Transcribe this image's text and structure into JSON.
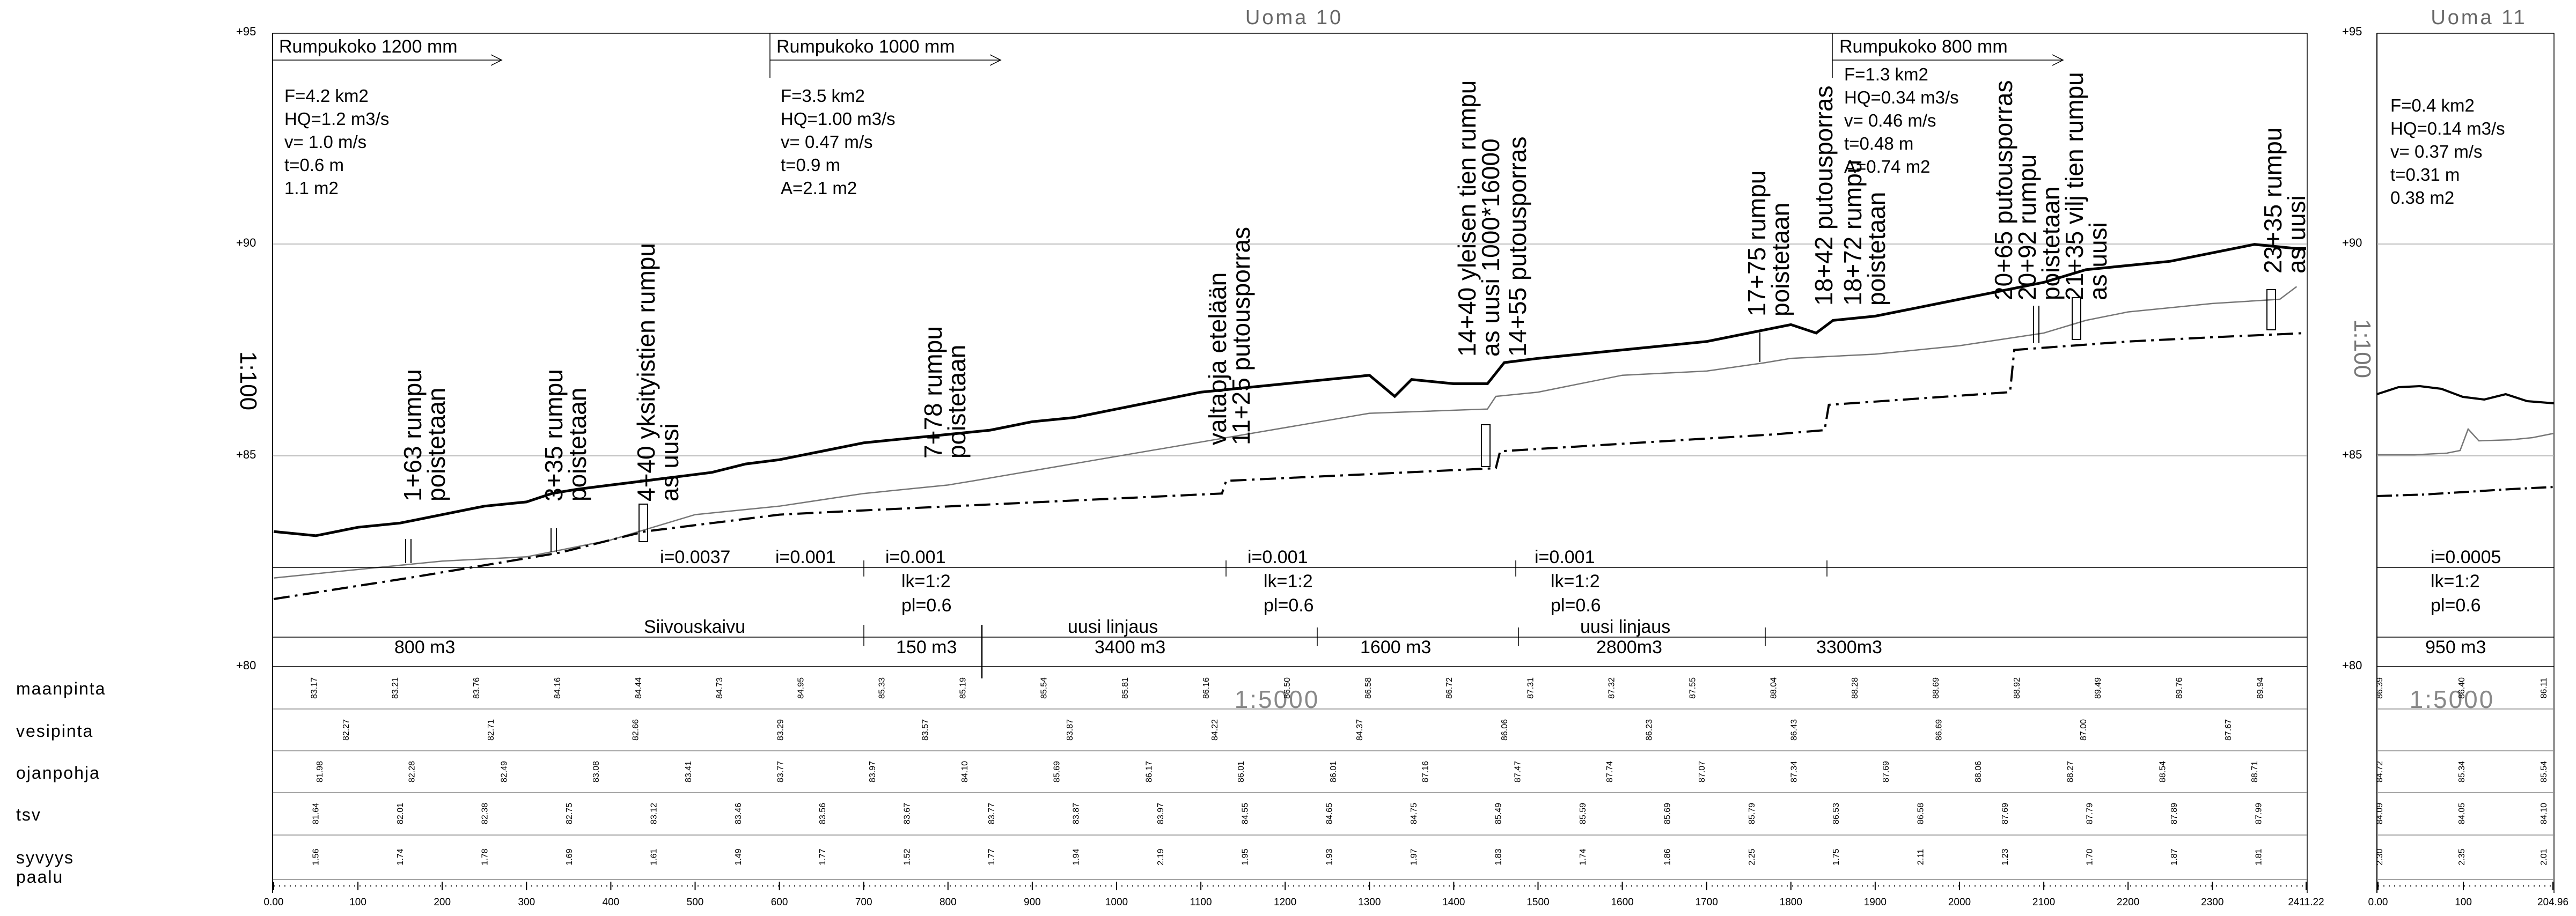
{
  "panels": {
    "main_title": "Uoma 10",
    "side_title": "Uoma 11",
    "vscale": "1:100",
    "hscale_main": "1:5000",
    "hscale_side": "1:5000"
  },
  "elev_labels": [
    "+95",
    "+90",
    "+85",
    "+80"
  ],
  "row_labels": [
    "maanpinta",
    "vesipinta",
    "ojanpohja",
    "tsv",
    "syvyys",
    "paalu"
  ],
  "culvert_sizes": [
    "Rumpukoko 1200 mm",
    "Rumpukoko 1000 mm",
    "Rumpukoko 800 mm"
  ],
  "hydro_main": [
    [
      "F=4.2 km2",
      "HQ=1.2  m3/s",
      "v= 1.0 m/s",
      "t=0.6 m",
      "1.1 m2"
    ],
    [
      "F=3.5 km2",
      "HQ=1.00 m3/s",
      "v= 0.47 m/s",
      "t=0.9 m",
      "A=2.1 m2"
    ],
    [
      "F=1.3 km2",
      "HQ=0.34 m3/s",
      "v= 0.46 m/s",
      "t=0.48 m",
      "A=0.74 m2"
    ]
  ],
  "hydro_side": [
    "F=0.4 km2",
    "HQ=0.14  m3/s",
    "v= 0.37 m/s",
    "t=0.31 m",
    "0.38 m2"
  ],
  "structure_notes": [
    [
      "1+63 rumpu",
      "poistetaan"
    ],
    [
      "3+35 rumpu",
      "poistetaan"
    ],
    [
      "4+40 yksityistien rumpu",
      "as uusi"
    ],
    [
      "7+78 rumpu",
      "poistetaan"
    ],
    [
      "valtaoja etelään",
      "11+25 putousporras"
    ],
    [
      "14+40 yleisen tien rumpu",
      "as uusi 1000*16000",
      "14+55 putousporras"
    ],
    [
      "17+75 rumpu",
      "poistetaan"
    ],
    [
      "18+42 putousporras",
      "18+72 rumpu",
      "poistetaan"
    ],
    [
      "20+65 putousporras",
      "20+92 rumpu",
      "poistetaan",
      "21+35 vilj tien rumpu",
      "as uusi"
    ],
    [
      "23+35 rumpu",
      "as uusi"
    ]
  ],
  "slopes": [
    "i=0.0037",
    "i=0.001",
    "i=0.001",
    "i=0.001",
    "i=0.001"
  ],
  "side_slope": [
    "lk=1:2",
    "pl=0.6"
  ],
  "side_slope_main": [
    "lk=1:2",
    "pl=0.6",
    "lk=1:2",
    "pl=0.6",
    "lk=1:2",
    "pl=0.6"
  ],
  "side_params": [
    "i=0.0005",
    "lk=1:2",
    "pl=0.6"
  ],
  "works": [
    "Siivouskaivu",
    "uusi linjaus",
    "uusi linjaus"
  ],
  "volumes": [
    "800 m3",
    "150 m3",
    "3400 m3",
    "1600 m3",
    "2800m3",
    "3300m3"
  ],
  "side_volume": "950 m3",
  "chart_data": {
    "type": "line",
    "title": "Uoma 10",
    "xlabel": "paalu",
    "ylabel": "",
    "xlim": [
      0,
      2411.22
    ],
    "ylim": [
      80,
      95
    ],
    "x_ticks": [
      "0.00",
      "100",
      "200",
      "300",
      "400",
      "500",
      "600",
      "700",
      "800",
      "900",
      "1000",
      "1100",
      "1200",
      "1300",
      "1400",
      "1500",
      "1600",
      "1700",
      "1800",
      "1900",
      "2000",
      "2100",
      "2200",
      "2300",
      "2411.22"
    ],
    "series": [
      {
        "name": "maanpinta",
        "x": [
          0,
          50,
          100,
          150,
          200,
          250,
          300,
          330,
          360,
          400,
          440,
          480,
          520,
          560,
          600,
          650,
          700,
          750,
          800,
          850,
          900,
          950,
          1000,
          1050,
          1100,
          1150,
          1200,
          1250,
          1300,
          1330,
          1350,
          1400,
          1440,
          1460,
          1500,
          1550,
          1600,
          1650,
          1700,
          1750,
          1800,
          1830,
          1850,
          1900,
          1950,
          2000,
          2050,
          2100,
          2150,
          2200,
          2250,
          2300,
          2350,
          2400,
          2411.22
        ],
        "y": [
          83.2,
          83.1,
          83.3,
          83.4,
          83.6,
          83.8,
          83.9,
          84.1,
          84.2,
          84.3,
          84.4,
          84.5,
          84.6,
          84.8,
          84.9,
          85.1,
          85.3,
          85.4,
          85.5,
          85.6,
          85.8,
          85.9,
          86.1,
          86.3,
          86.5,
          86.6,
          86.7,
          86.8,
          86.9,
          86.4,
          86.8,
          86.7,
          86.7,
          87.2,
          87.3,
          87.4,
          87.5,
          87.6,
          87.7,
          87.9,
          88.1,
          87.9,
          88.2,
          88.3,
          88.5,
          88.7,
          88.9,
          89.1,
          89.4,
          89.5,
          89.6,
          89.8,
          90.0,
          89.9,
          89.9
        ]
      },
      {
        "name": "vesipinta",
        "x": [
          0,
          100,
          200,
          300,
          400,
          450,
          500,
          600,
          700,
          800,
          830,
          1300,
          1440,
          1450,
          1500,
          1600,
          1700,
          1770,
          1800,
          1900,
          2000,
          2100,
          2150,
          2200,
          2300,
          2380,
          2400
        ],
        "y": [
          82.1,
          82.3,
          82.5,
          82.6,
          83.0,
          83.3,
          83.6,
          83.8,
          84.1,
          84.3,
          84.4,
          86.0,
          86.1,
          86.4,
          86.5,
          86.9,
          87.0,
          87.2,
          87.3,
          87.4,
          87.6,
          87.9,
          88.2,
          88.4,
          88.6,
          88.7,
          89.0
        ]
      },
      {
        "name": "ojanpohja",
        "x": [
          0,
          160,
          340,
          440,
          600,
          700,
          1125,
          1130,
          1450,
          1455,
          1780,
          1840,
          1845,
          2060,
          2065,
          2200,
          2300,
          2411.22
        ],
        "y": [
          81.6,
          82.1,
          82.7,
          83.2,
          83.6,
          83.7,
          84.1,
          84.4,
          84.7,
          85.1,
          85.5,
          85.6,
          86.2,
          86.5,
          87.5,
          87.7,
          87.8,
          87.9
        ]
      }
    ]
  },
  "table_rows": {
    "maanpinta": [
      "83.17",
      "83.21",
      "83.76",
      "84.16",
      "84.44",
      "84.73",
      "84.95",
      "85.33",
      "85.19",
      "85.54",
      "85.81",
      "86.16",
      "86.50",
      "86.58",
      "86.72",
      "87.31",
      "87.32",
      "87.55",
      "88.04",
      "88.28",
      "88.69",
      "88.92",
      "89.49",
      "89.76",
      "89.94"
    ],
    "vesipinta": [
      "82.27",
      "82.71",
      "82.66",
      "83.29",
      "83.57",
      "83.87",
      "84.22",
      "84.37",
      "86.06",
      "86.23",
      "86.43",
      "86.69",
      "87.00",
      "87.67"
    ],
    "ojanpohja": [
      "81.98",
      "82.28",
      "82.49",
      "83.08",
      "83.41",
      "83.77",
      "83.97",
      "84.10",
      "85.69",
      "86.17",
      "86.01",
      "86.01",
      "87.16",
      "87.47",
      "87.74",
      "87.07",
      "87.34",
      "87.69",
      "88.06",
      "88.27",
      "88.54",
      "88.71"
    ],
    "tsv": [
      "81.64",
      "82.01",
      "82.38",
      "82.75",
      "83.12",
      "83.46",
      "83.56",
      "83.67",
      "83.77",
      "83.87",
      "83.97",
      "84.55",
      "84.65",
      "84.75",
      "85.49",
      "85.59",
      "85.69",
      "85.79",
      "86.53",
      "86.58",
      "87.69",
      "87.79",
      "87.89",
      "87.99"
    ],
    "syvyys": [
      "1.56",
      "1.74",
      "1.78",
      "1.69",
      "1.61",
      "1.49",
      "1.77",
      "1.52",
      "1.77",
      "1.94",
      "2.19",
      "1.95",
      "1.93",
      "1.97",
      "1.83",
      "1.74",
      "1.86",
      "2.25",
      "1.75",
      "2.11",
      "1.23",
      "1.70",
      "1.87",
      "1.81"
    ]
  },
  "side_chart": {
    "x_ticks": [
      "0.00",
      "100",
      "204.96"
    ],
    "rows": {
      "maanpinta": [
        "86.39",
        "86.40",
        "86.11"
      ],
      "ojanpohja": [
        "84.72",
        "85.34",
        "85.54"
      ],
      "tsv": [
        "84.09",
        "84.05",
        "84.10"
      ],
      "syvyys": [
        "2.30",
        "2.35",
        "2.01"
      ]
    }
  }
}
